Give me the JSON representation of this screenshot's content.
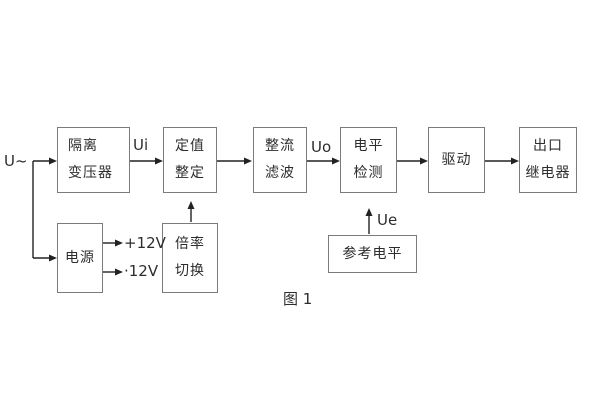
{
  "diagram": {
    "caption": "图 1",
    "boxes": {
      "isolation_transformer": {
        "lines": [
          "隔离",
          "变压器"
        ]
      },
      "setting_adjust": {
        "lines": [
          "定值",
          "整定"
        ]
      },
      "rectifier_filter": {
        "lines": [
          "整流",
          "滤波"
        ]
      },
      "level_detect": {
        "lines": [
          "电平",
          "检测"
        ]
      },
      "drive": {
        "label": "驱动"
      },
      "output_relay": {
        "lines": [
          "出口",
          "继电器"
        ]
      },
      "power_supply": {
        "label": "电源"
      },
      "ratio_switch": {
        "lines": [
          "倍率",
          "切换"
        ]
      },
      "reference_level": {
        "label": "参考电平"
      }
    },
    "signals": {
      "input": "U~",
      "ui": "Ui",
      "uo": "Uo",
      "ue": "Ue",
      "plus12v": "+12V",
      "minus12v": "·12V"
    },
    "colors": {
      "background": "#ffffff",
      "box_border": "#7b7b7b",
      "wire": "#222222",
      "text": "#2d2d2d"
    }
  }
}
